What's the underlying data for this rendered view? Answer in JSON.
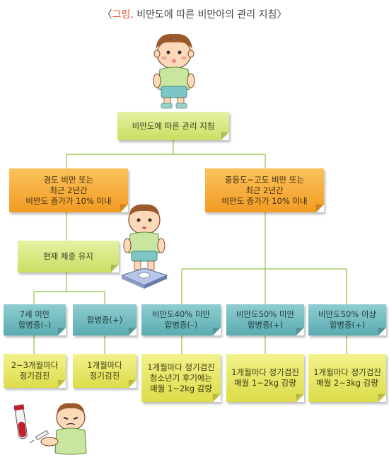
{
  "title": {
    "bracket_open": "〈",
    "highlight": "그림",
    "rest": ". 비만도에 따른 비만아의 관리 지침〉"
  },
  "nodes": {
    "root": "비만도에 따른 관리 지침",
    "mild": "경도 비만 또는\n최근 2년간\n비만도 증가가 10% 이내",
    "severe": "중등도~고도 비만 또는\n최근 2년간\n비만도 증가가 10% 이내",
    "maintain": "현재 체중 유지",
    "cat1": "7세 미만\n합병증(–)",
    "cat2": "합병증(+)",
    "cat3": "비만도40% 미만\n합병증(–)",
    "cat4": "비만도50% 미만\n합병증(+)",
    "cat5": "비만도50% 이상\n합병증(+)",
    "act1": "2~3개월마다\n정기검진",
    "act2": "1개월마다\n정기검진",
    "act3": "1개월마다 정기검진\n청소년기 후기에는\n매월 1~2kg 감량",
    "act4": "1개월마다 정기검진\n매월 1~2kg 감량",
    "act5": "1개월마다 정기검진\n매월 2~3kg 감량"
  },
  "colors": {
    "line": "#8cc43c",
    "root": "#c8df62",
    "condition": "#f29b22",
    "category": "#5aacb1",
    "action": "#dcdc4a"
  }
}
